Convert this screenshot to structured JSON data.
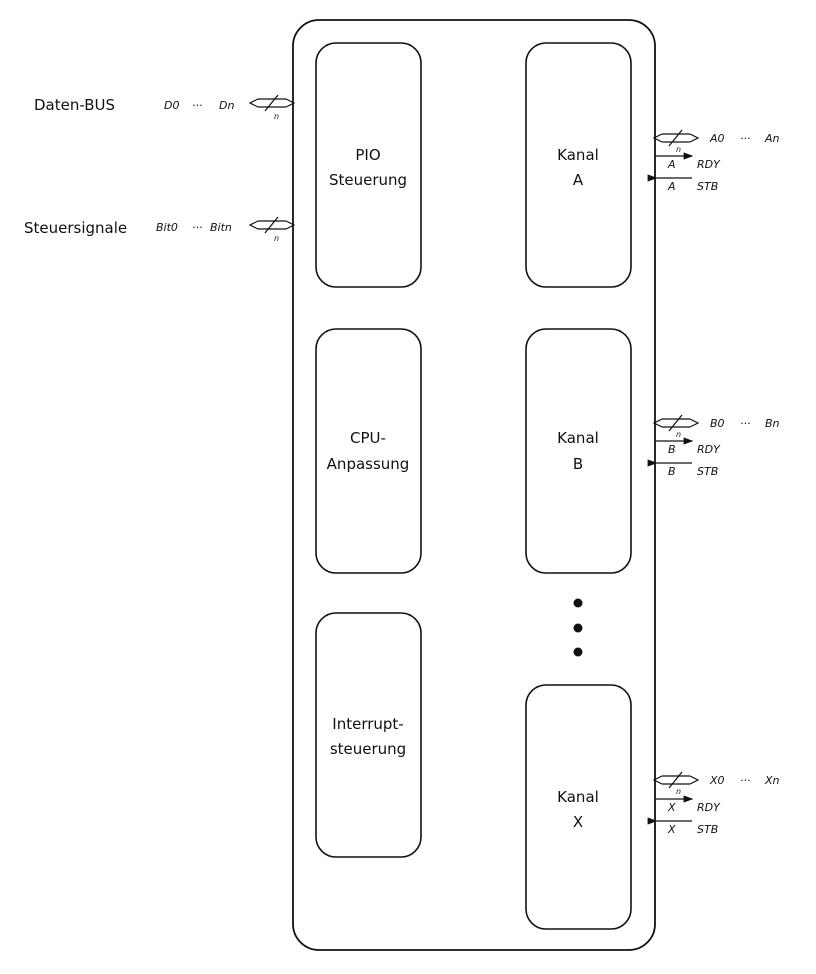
{
  "left_inputs": [
    {
      "label": "Daten-BUS",
      "sig_first": "D0",
      "sig_sep": "···",
      "sig_last": "Dn",
      "width": "n"
    },
    {
      "label": "Steuersignale",
      "sig_first": "Bit0",
      "sig_sep": "···",
      "sig_last": "Bitn",
      "width": "n"
    }
  ],
  "left_blocks": [
    {
      "line1": "PIO",
      "line2": "Steuerung"
    },
    {
      "line1": "CPU-",
      "line2": "Anpassung"
    },
    {
      "line1": "Interrupt-",
      "line2": "steuerung"
    }
  ],
  "channels": [
    {
      "line1": "Kanal",
      "line2": "A",
      "bus_first": "A0",
      "bus_sep": "···",
      "bus_last": "An",
      "width": "n",
      "ctrl_letter": "A",
      "rdy": "RDY",
      "stb": "STB"
    },
    {
      "line1": "Kanal",
      "line2": "B",
      "bus_first": "B0",
      "bus_sep": "···",
      "bus_last": "Bn",
      "width": "n",
      "ctrl_letter": "B",
      "rdy": "RDY",
      "stb": "STB"
    },
    {
      "line1": "Kanal",
      "line2": "X",
      "bus_first": "X0",
      "bus_sep": "···",
      "bus_last": "Xn",
      "width": "n",
      "ctrl_letter": "X",
      "rdy": "RDY",
      "stb": "STB"
    }
  ],
  "ellipsis_dots": 3
}
